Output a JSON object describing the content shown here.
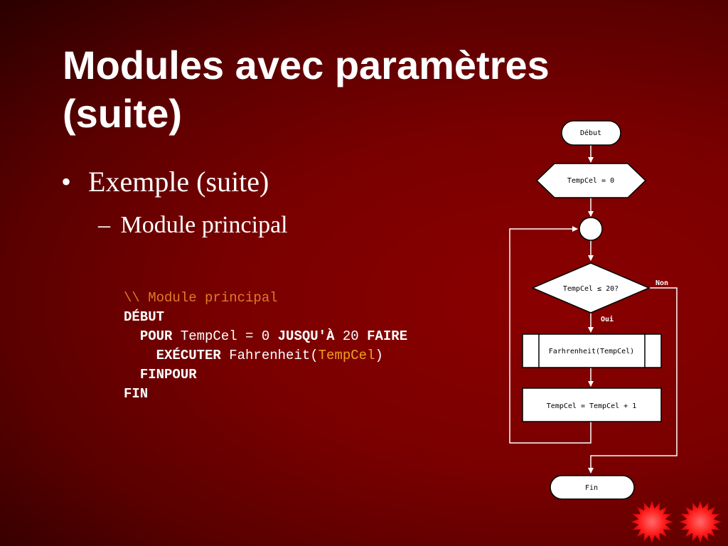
{
  "slide": {
    "title": "Modules avec paramètres (suite)",
    "bullet_level1": "Exemple (suite)",
    "bullet_level2": "Module principal",
    "bullet_char": "•",
    "dash_char": "–"
  },
  "code": {
    "comment": "\\\\ Module principal",
    "debut": "DÉBUT",
    "pour": "POUR",
    "loop_var_init": " TempCel = 0 ",
    "jusqua": "JUSQU'À",
    "limit": " 20 ",
    "faire": "FAIRE",
    "executer": "EXÉCUTER",
    "call_prefix": " Fahrenheit(",
    "call_arg": "TempCel",
    "call_suffix": ")",
    "finpour": "FINPOUR",
    "fin": "FIN"
  },
  "flowchart": {
    "start": "Début",
    "init": "TempCel = 0",
    "condition": "TempCel ≤ 20?",
    "yes_label": "Oui",
    "no_label": "Non",
    "module_call": "Farhrenheit(TempCel)",
    "increment": "TempCel = TempCel + 1",
    "end": "Fin"
  },
  "colors": {
    "background_center": "#8a0000",
    "background_edge": "#2a0000",
    "comment": "#e07a2a",
    "param": "#f0a020",
    "star": "#ff1a1a"
  }
}
